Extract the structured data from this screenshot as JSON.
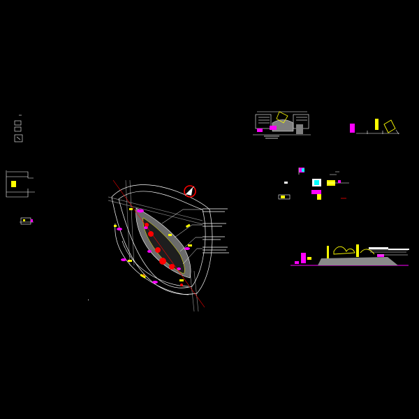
{
  "viewport": {
    "background": "#000000"
  },
  "palette": {
    "white": "#ffffff",
    "yellow": "#ffff00",
    "magenta": "#ff00ff",
    "red": "#ff0000",
    "cyan": "#00ffff",
    "grey": "#808080",
    "orange": "#ff8000"
  },
  "sheets": {
    "left_legend": {
      "name": "left-legend-block"
    },
    "left_detail": {
      "name": "left-detail-block"
    },
    "plan": {
      "name": "leaf-shaped-plan"
    },
    "north_arrow": {
      "name": "north-arrow-icon"
    },
    "elevation_top_left": {
      "name": "elevation-top-left"
    },
    "elevation_top_right": {
      "name": "elevation-top-right"
    },
    "details_middle": {
      "name": "detail-cluster-middle"
    },
    "section_long": {
      "name": "long-section-elevation"
    }
  }
}
